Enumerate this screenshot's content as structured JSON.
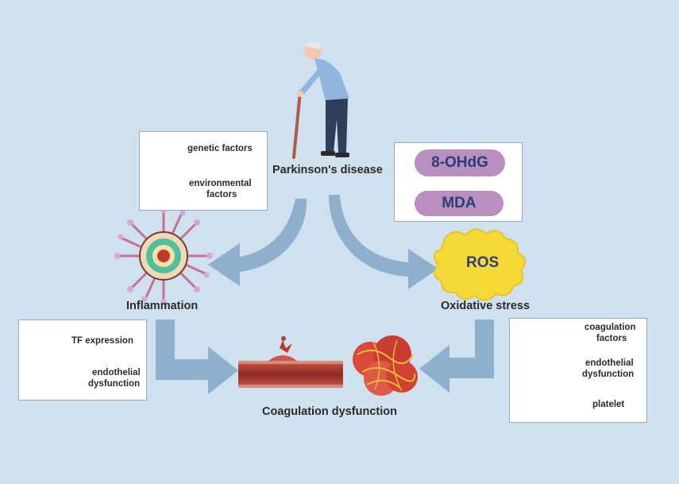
{
  "labels": {
    "disease": "Parkinson's disease",
    "inflammation": "Inflammation",
    "oxidative": "Oxidative stress",
    "coagulation": "Coagulation dysfunction",
    "ros": "ROS"
  },
  "top_left_box": {
    "genetic": "genetic factors",
    "environmental_1": "environmental",
    "environmental_2": "factors"
  },
  "top_right_box": {
    "marker1": "8-OHdG",
    "marker2": "MDA"
  },
  "bottom_left_box": {
    "tf": "TF expression",
    "endo_1": "endothelial",
    "endo_2": "dysfunction"
  },
  "bottom_right_box": {
    "coag_1": "coagulation",
    "coag_2": "factors",
    "endo_1": "endothelial",
    "endo_2": "dysfunction",
    "platelet": "platelet"
  },
  "colors": {
    "background": "#cfe0ee",
    "arrow": "#8fb0cc",
    "pill": "#b88fbf",
    "ros": "#f5d936",
    "vessel": "#a93a2e",
    "platelet": "#d95a4a"
  }
}
